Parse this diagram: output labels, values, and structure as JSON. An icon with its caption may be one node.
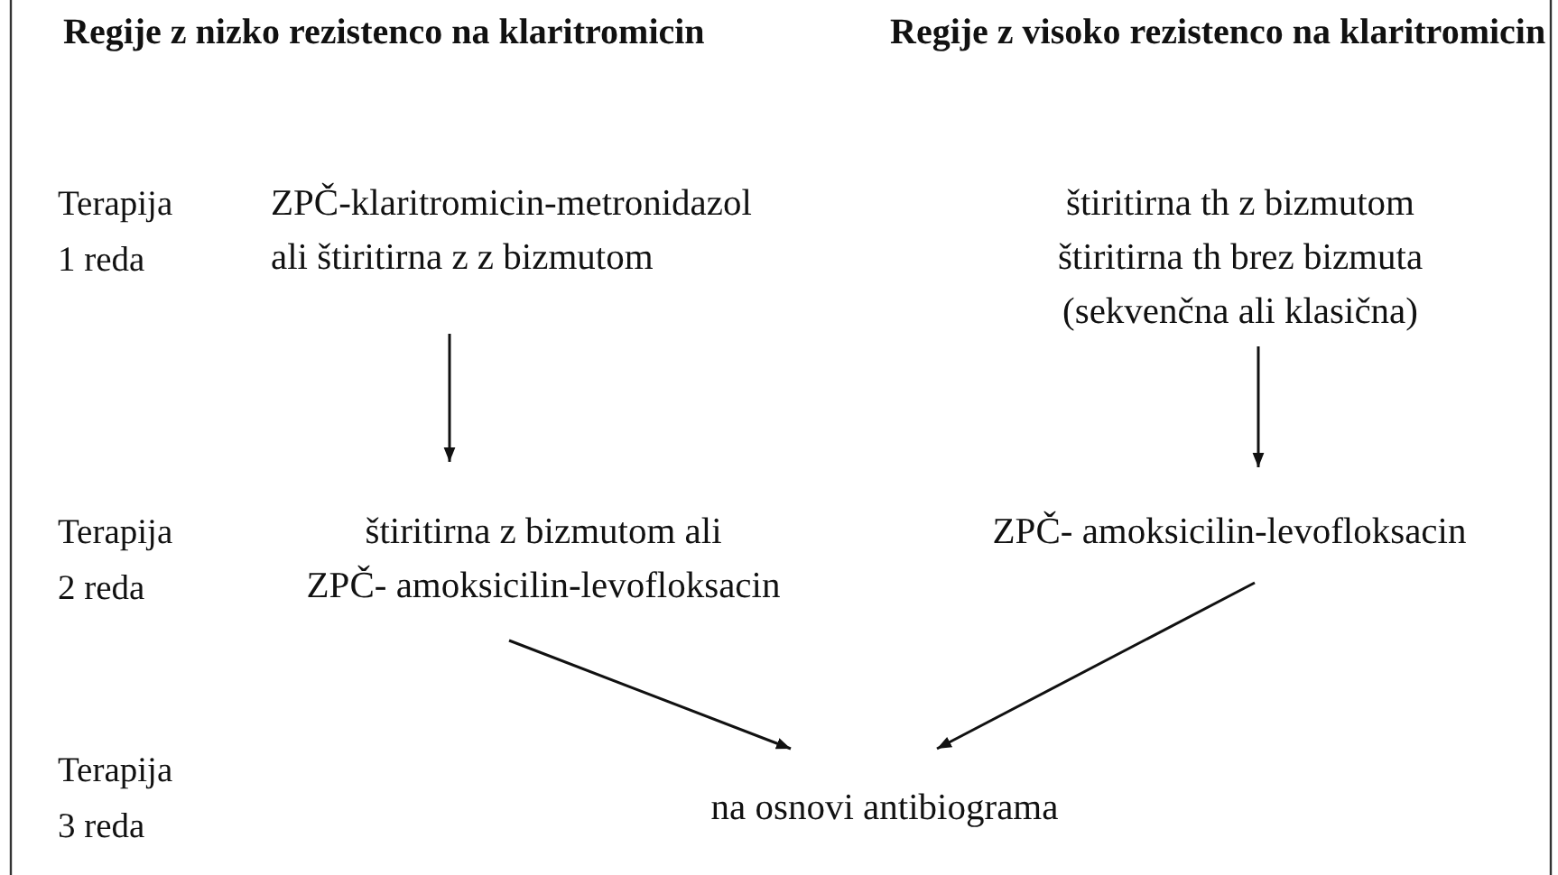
{
  "diagram": {
    "nodes": [
      {
        "text": [
          "ZPČ-klaritromicin-metronidazol ali štiritirna z z bizmutom"
        ]
      },
      {
        "text": [
          "štiritirna th z bizmutom štiritirna th brez bizmuta (sekvenčna ali klasična)"
        ]
      },
      {
        "text": [
          "štiritirna z bizmutom ali ZPČ- amoksicilin-levofloksacin"
        ]
      },
      {
        "text": [
          "ZPČ- amoksicilin-levofloksacin"
        ]
      },
      {
        "text": [
          "na osnovi antibiograma"
        ]
      }
    ],
    "edges": [
      {
        "from": 0,
        "to": 2,
        "arrow": "to"
      },
      {
        "from": 1,
        "to": 3,
        "arrow": "to"
      },
      {
        "from": 2,
        "to": 4,
        "arrow": "to"
      },
      {
        "from": 3,
        "to": 4,
        "arrow": "to"
      }
    ],
    "labels": [
      "Regije z nizko rezistenco na klaritromicin",
      "Regije z visoko rezistenco na klaritromicin",
      "Terapija 1 reda",
      "Terapija 2 reda",
      "Terapija 3 reda"
    ]
  }
}
